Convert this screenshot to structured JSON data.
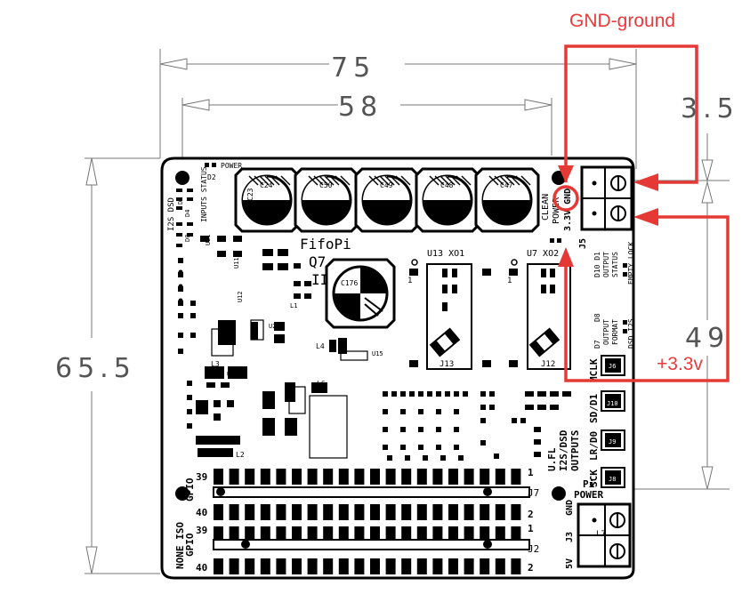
{
  "annotations": {
    "gnd": "GND-ground",
    "v33": "+3.3v",
    "accent_color": "#e53935"
  },
  "dimensions": {
    "width_outer": "75",
    "width_inner": "58",
    "right_top": "3.5",
    "height": "65.5",
    "right_tall": "49"
  },
  "board": {
    "name_line1": "FifoPi",
    "name_line2": "Q7",
    "name_line3": "II",
    "power_label": "POWER",
    "d2": "D2",
    "caps": [
      "C24",
      "C50",
      "C49",
      "C48",
      "C47"
    ],
    "c176": "C176",
    "c23": "C23",
    "u13": "U13 XO1",
    "u7": "U7 XO2",
    "j13": "J13",
    "j12": "J12",
    "one_a": "1",
    "one_b": "1",
    "j5": "J5",
    "clean_power": "CLEAN\nPOWER",
    "v33_gnd": "3.3V GND",
    "output_status": "D10 D1\nOUTPUT\nSTATUS\nEMPTY LOCK",
    "output_format": "D8\nOUTPUT\nFORMAT\nD7 DSD I2S",
    "mclk": "MCLK",
    "j6": "J6",
    "sd_d1": "SD/D1",
    "j10": "J10",
    "lr_d0": "LR/D0",
    "j9": "J9",
    "sck": "SCK",
    "j8": "J8",
    "ufl": "U.FL\nI2S/DSD\nOUTPUTS",
    "pi_power": "Pi\nPOWER",
    "j3": "J3",
    "gnd": "GND",
    "five_v": "5V",
    "l7": "L7",
    "gpio1_39": "39",
    "gpio1_40": "40",
    "gpio1": "GPIO",
    "gpio2_39": "39",
    "gpio2_40": "40",
    "gpio2": "GPIO",
    "none_iso": "NONE ISO",
    "pin1_a": "1",
    "pin2_a": "2",
    "pin1_b": "1",
    "pin2_b": "2",
    "j7": "J7",
    "j2": "J2",
    "i2s_dsd": "I2S DSD",
    "inputs_status": "INPUTS\nSTATUS",
    "d3": "D3",
    "d4": "D4",
    "d0": "D0",
    "l4": "L4",
    "l6": "L6",
    "l2": "L2",
    "l3": "L3",
    "u20": "U20",
    "u10": "U10",
    "u11": "U11",
    "u12": "U12",
    "l1": "L1",
    "u21": "U21",
    "u15": "U15"
  }
}
